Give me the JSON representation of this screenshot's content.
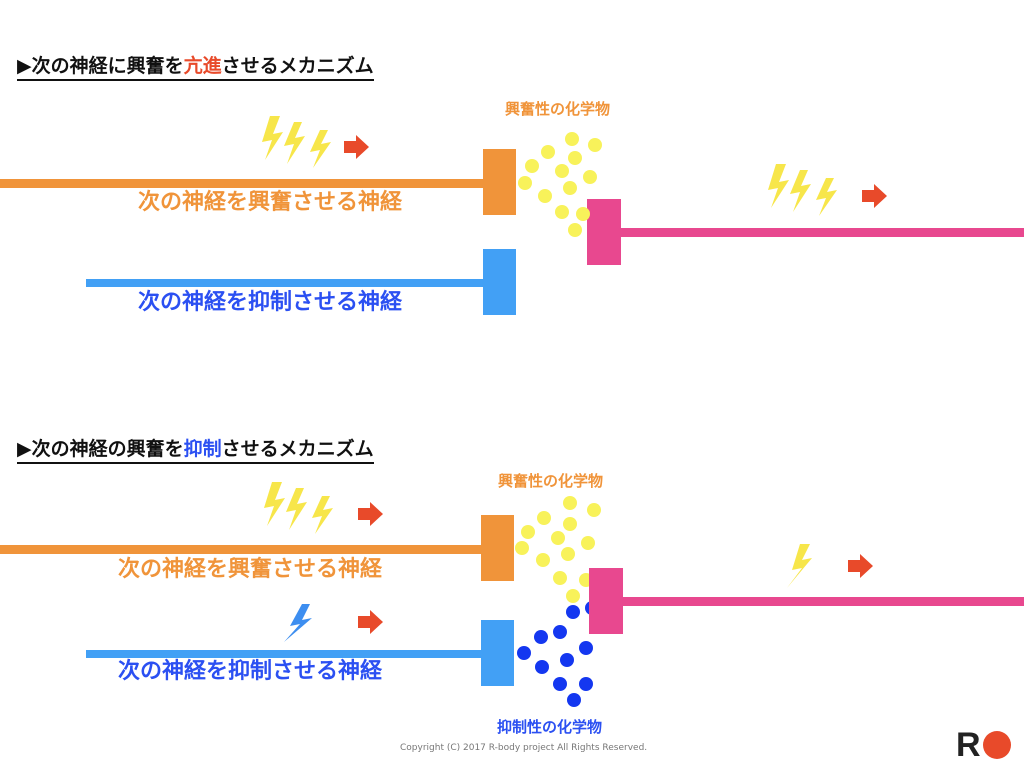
{
  "sections": [
    {
      "heading_prefix": "▶次の神経に興奮を",
      "heading_highlight": "亢進",
      "heading_suffix": "させるメカニズム",
      "excite_label": "次の神経を興奮させる神経",
      "inhibit_label": "次の神経を抑制させる神経",
      "excite_chem_label": "興奮性の化学物"
    },
    {
      "heading_prefix": "▶次の神経の興奮を",
      "heading_highlight": "抑制",
      "heading_suffix": "させるメカニズム",
      "excite_label": "次の神経を興奮させる神経",
      "inhibit_label": "次の神経を抑制させる神経",
      "excite_chem_label": "興奮性の化学物",
      "inhibit_chem_label": "抑制性の化学物"
    }
  ],
  "footer": {
    "copyright": "Copyright (C) 2017  R-body project All Rights Reserved.",
    "logo_letter": "R"
  },
  "colors": {
    "excitatory_nerve": "#f0943a",
    "inhibitory_nerve": "#42a0f5",
    "target_nerve": "#e8488f",
    "excitatory_chemical": "#f8f25a",
    "inhibitory_chemical": "#1437f0",
    "arrow": "#e84a2a",
    "lightning_yellow": "#f7e64a",
    "lightning_blue": "#3d8ef0"
  }
}
